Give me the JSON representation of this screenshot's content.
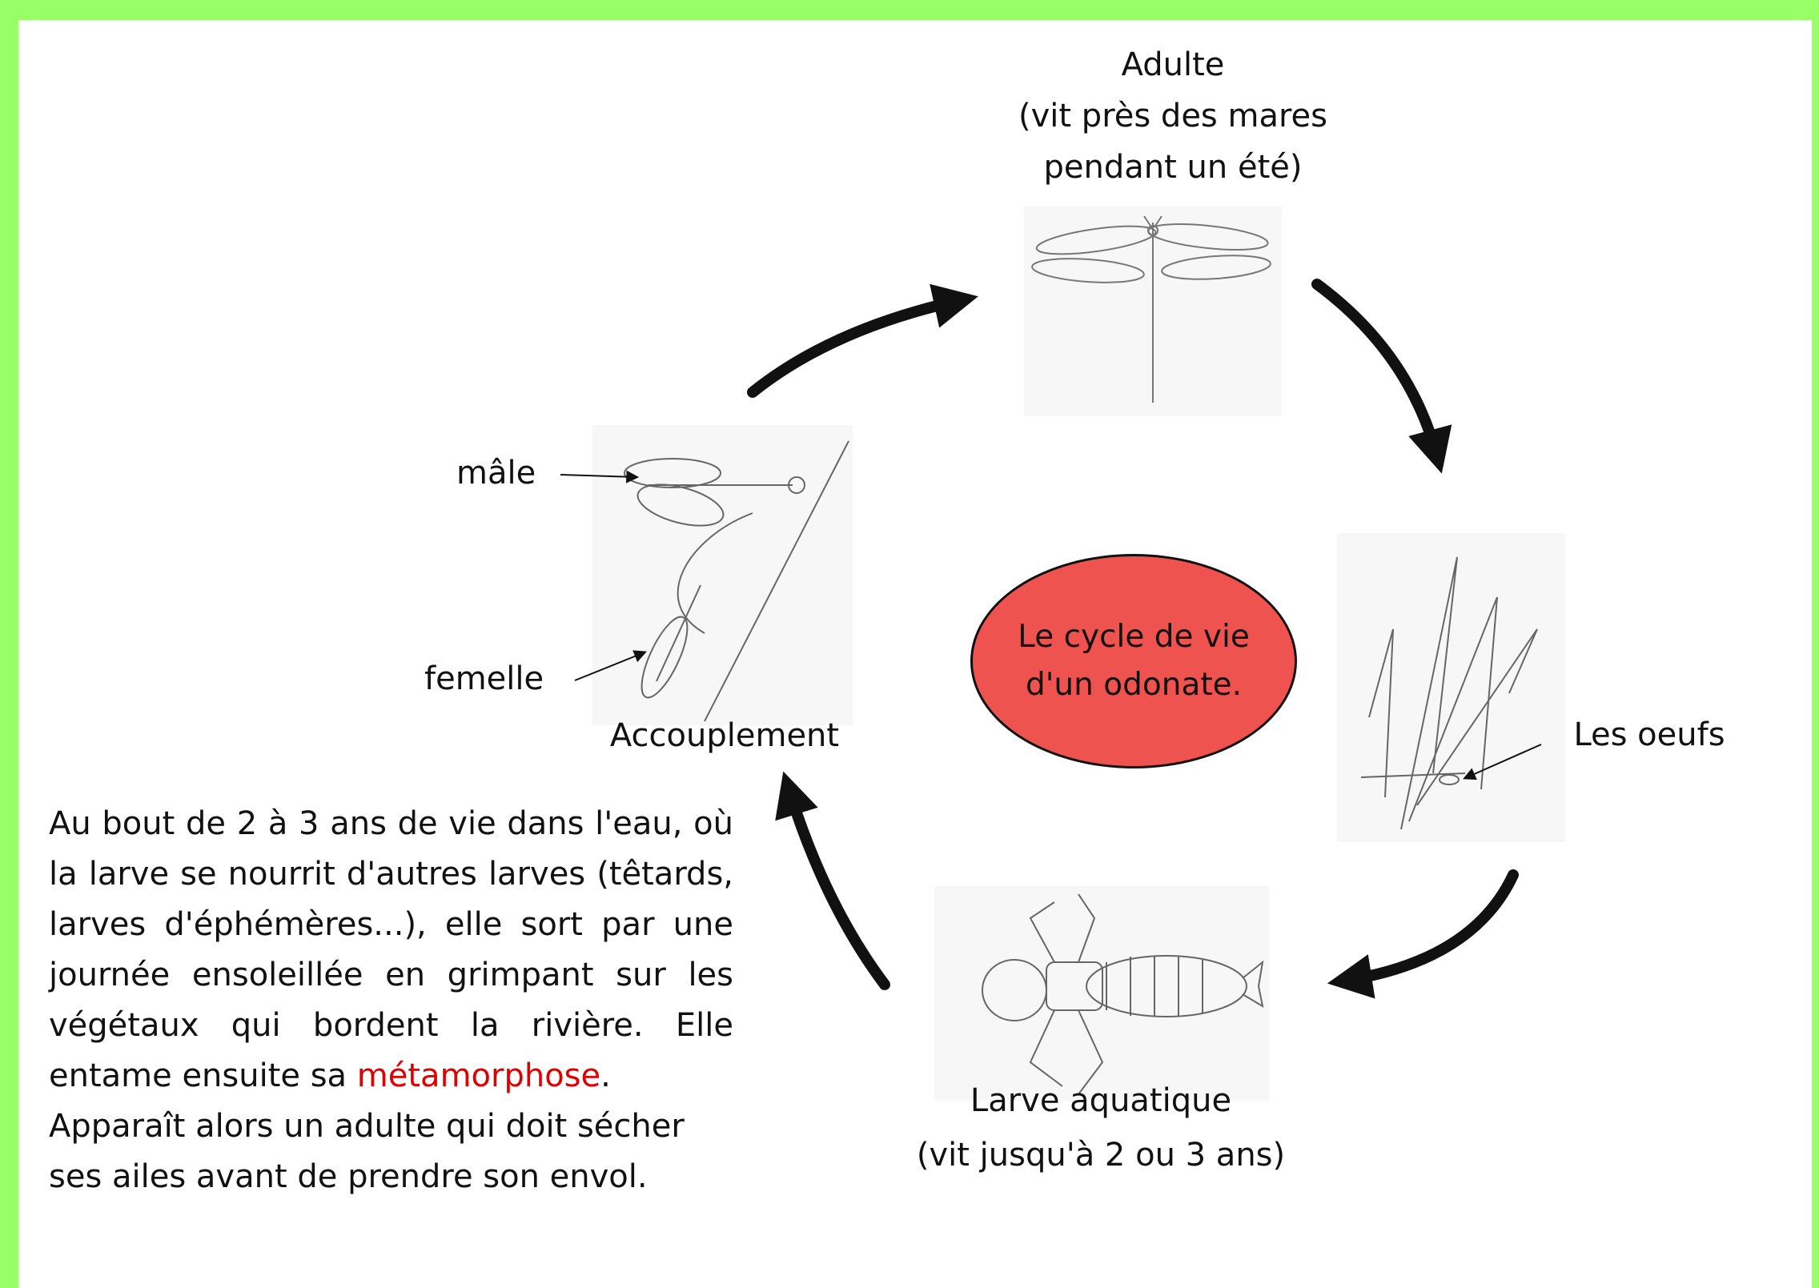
{
  "adult": {
    "line1": "Adulte",
    "line2": "(vit près des mares",
    "line3": "pendant un été)"
  },
  "mating": {
    "caption": "Accouplement",
    "male_label": "mâle",
    "female_label": "femelle"
  },
  "eggs": {
    "caption": "Les oeufs"
  },
  "larva": {
    "line1": "Larve aquatique",
    "line2": "(vit jusqu'à 2 ou 3 ans)"
  },
  "center": {
    "text": "Le cycle de vie d'un odonate."
  },
  "paragraph": {
    "part1": "Au bout de 2 à 3 ans de vie dans l'eau, où la larve se nourrit d'autres larves (têtards, larves d'éphémères...), elle sort par une journée ensoleillée en grimpant sur les végétaux qui bordent la rivière. Elle entame ensuite sa",
    "highlight": "métamorphose",
    "part1_end": ".",
    "part2": "Apparaît alors un adulte qui doit sécher ses ailes avant de prendre son envol."
  },
  "colors": {
    "frame": "#99ff66",
    "center_fill": "#ef5350",
    "highlight_text": "#e00000"
  }
}
